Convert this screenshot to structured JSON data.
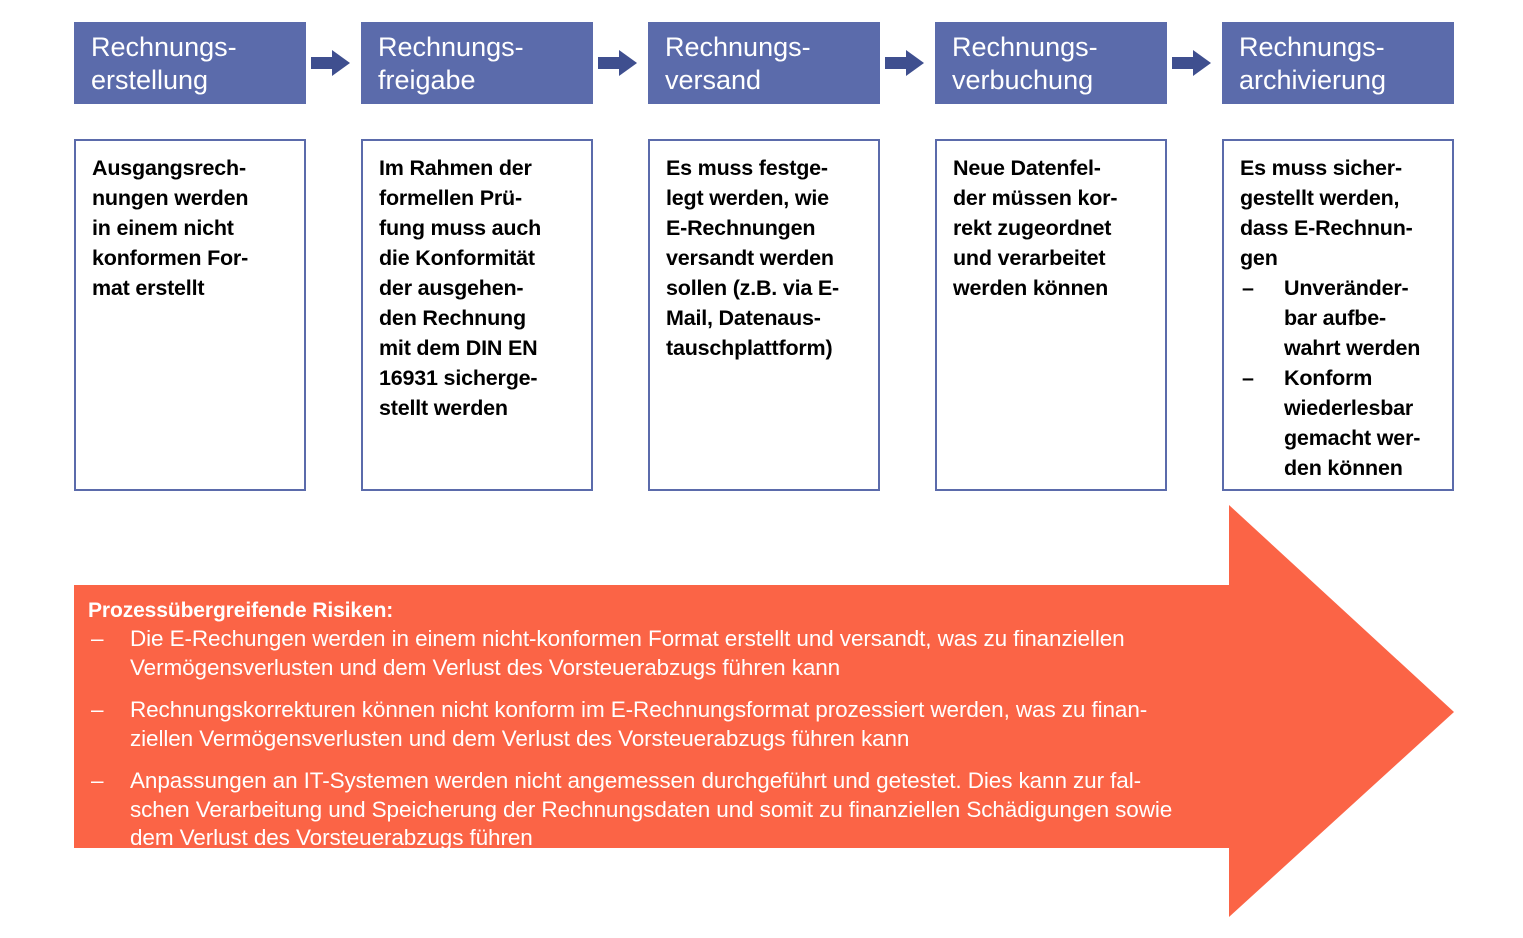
{
  "colors": {
    "phase_blue": "#5b6bab",
    "connector_blue": "#3f4f8f",
    "risk_red": "#FB6446",
    "text_dark": "#000000",
    "text_light": "#ffffff"
  },
  "phases": [
    {
      "title": "Rechnungs-\nerstellung",
      "body": "Ausgangsrech-\nnungen werden\nin einem nicht\nkonformen For-\nmat erstellt",
      "sub_items": []
    },
    {
      "title": "Rechnungs-\nfreigabe",
      "body": "Im Rahmen der\nformellen Prü-\nfung muss auch\ndie Konformität\nder ausgehen-\nden Rechnung\nmit dem DIN EN\n16931 sicherge-\nstellt werden",
      "sub_items": []
    },
    {
      "title": "Rechnungs-\nversand",
      "body": "Es muss festge-\nlegt werden, wie\nE-Rechnungen\nversandt werden\nsollen (z.B. via E-\nMail, Datenaus-\ntauschplattform)",
      "sub_items": []
    },
    {
      "title": "Rechnungs-\nverbuchung",
      "body": "Neue Datenfel-\nder müssen kor-\nrekt zugeordnet\nund verarbeitet\nwerden können",
      "sub_items": []
    },
    {
      "title": "Rechnungs-\narchivierung",
      "body": "Es muss sicher-\ngestellt werden,\ndass E-Rechnun-\ngen",
      "sub_items": [
        "Unveränder-\nbar aufbe-\nwahrt werden",
        "Konform\nwiederlesbar\ngemacht wer-\nden können"
      ]
    }
  ],
  "connector_icon": "right-arrow-icon",
  "bullet_dash": "–",
  "risks": {
    "title": "Prozessübergreifende Risiken:",
    "items": [
      "Die E-Rechungen werden in einem nicht-konformen Format erstellt und versandt, was zu finanziellen\nVermögensverlusten und dem Verlust des Vorsteuerabzugs führen kann",
      "Rechnungskorrekturen können nicht konform im E-Rechnungsformat prozessiert werden, was zu finan-\nziellen Vermögensverlusten und dem Verlust des Vorsteuerabzugs führen kann",
      "Anpassungen an IT-Systemen werden nicht angemessen durchgeführt und getestet. Dies kann zur fal-\nschen Verarbeitung und Speicherung der Rechnungsdaten und somit zu finanziellen Schädigungen sowie\ndem Verlust des Vorsteuerabzugs führen"
    ]
  }
}
